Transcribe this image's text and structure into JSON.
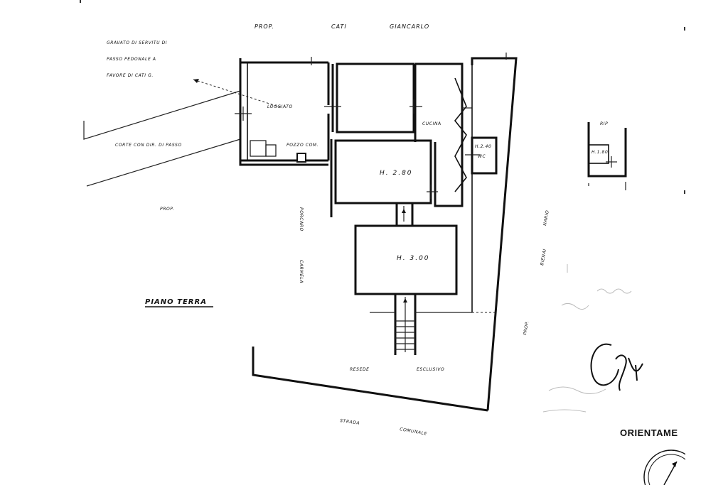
{
  "labels": {
    "prop_top": "PROP.",
    "cati": "CATI",
    "giancarlo": "GIANCARLO",
    "gravato_1": "GRAVATO DI SERVITU DI",
    "gravato_2": "PASSO PEDONALE A",
    "gravato_3": "FAVORE DI CATI G.",
    "loggiato": "LOGGIATO",
    "corte": "CORTE CON DIR. DI PASSO",
    "pozzo": "POZZO COM.",
    "prop_left": "PROP.",
    "piano_terra": "PIANO TERRA",
    "cucina": "CUCINA",
    "wc_h": "H.2.40",
    "wc": "WC",
    "room_h1": "H. 2.80",
    "room_h2": "H. 3.00",
    "porcaro": "PORCARO",
    "carmela": "CARMELA",
    "bienai": "BIENAI",
    "nario": "NARIO",
    "prop_right": "PROP.",
    "resede": "RESEDE",
    "esclusivo": "ESCLUSIVO",
    "strada": "STRADA",
    "comunale": "COMUNALE",
    "rip": "RIP",
    "rip_h": "H.1.80",
    "orientamento": "ORIENTAME"
  }
}
